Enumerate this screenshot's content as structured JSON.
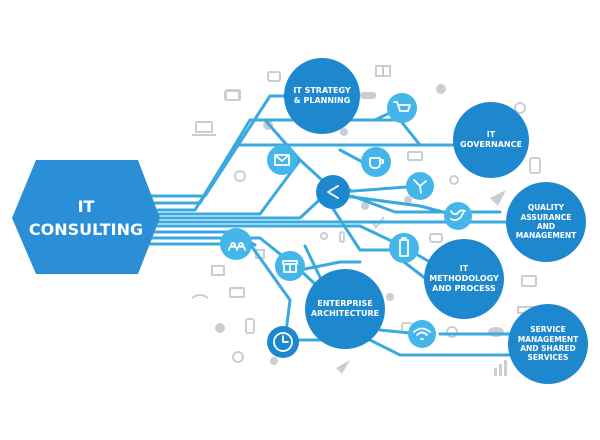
{
  "colors": {
    "line": "#3aa9df",
    "node": "#1e88cf",
    "hub": "#2a8fd6",
    "badge": "#45b6ea",
    "decor": "#c9ced4"
  },
  "hub": {
    "line1": "IT",
    "line2": "CONSULTING"
  },
  "nodes": [
    {
      "id": "it-strategy",
      "text": "IT STRATEGY\n& PLANNING"
    },
    {
      "id": "it-governance",
      "text": "IT\nGOVERNANCE"
    },
    {
      "id": "quality",
      "text": "QUALITY\nASSURANCE\nAND\nMANAGEMENT"
    },
    {
      "id": "methodology",
      "text": "IT\nMETHODOLOGY\nAND PROCESS"
    },
    {
      "id": "enterprise",
      "text": "ENTERPRISE\nARCHITECTURE"
    },
    {
      "id": "service",
      "text": "SERVICE\nMANAGEMENT\nAND SHARED\nSERVICES"
    }
  ],
  "badges": [
    {
      "icon": "shopping-cart-icon"
    },
    {
      "icon": "envelope-icon"
    },
    {
      "icon": "coffee-cup-icon"
    },
    {
      "icon": "share-icon"
    },
    {
      "icon": "fan-icon"
    },
    {
      "icon": "twitter-bird-icon"
    },
    {
      "icon": "battery-icon"
    },
    {
      "icon": "users-icon"
    },
    {
      "icon": "gift-box-icon"
    },
    {
      "icon": "clock-icon"
    },
    {
      "icon": "wifi-icon"
    }
  ]
}
